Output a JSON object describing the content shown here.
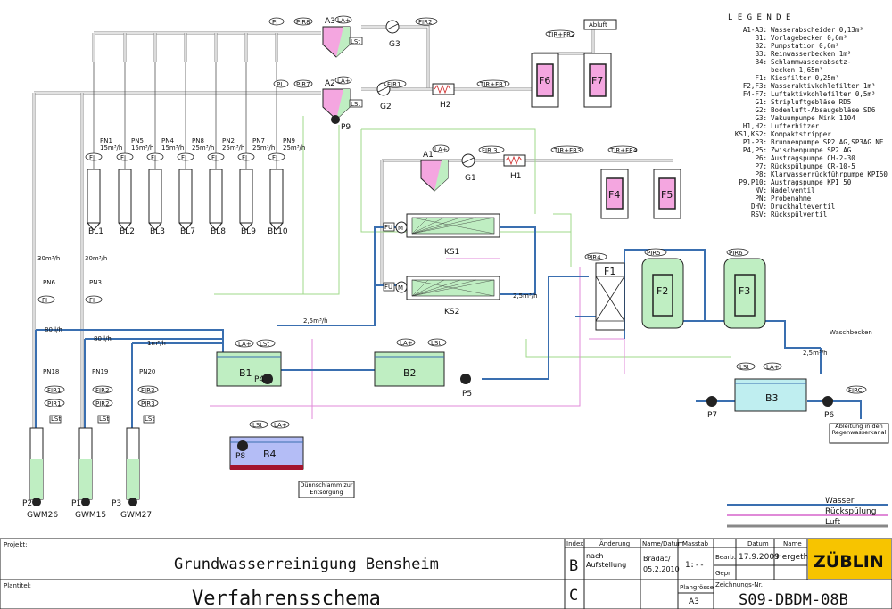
{
  "legend": {
    "title": "L E G E N D E",
    "entries": [
      [
        "A1-A3:",
        "Wasserabscheider 0,13m³"
      ],
      [
        "B1:",
        "Vorlagebecken 0,6m³"
      ],
      [
        "B2:",
        "Pumpstation 0,6m³"
      ],
      [
        "B3:",
        "Reinwasserbecken 1m³"
      ],
      [
        "B4:",
        "Schlammwasserabsetz-"
      ],
      [
        "",
        "becken 1,65m³"
      ],
      [
        "F1:",
        "Kiesfilter 0,25m³"
      ],
      [
        "F2,F3:",
        "Wasseraktivkohlefilter 1m³"
      ],
      [
        "F4-F7:",
        "Luftaktivkohlefilter 0,5m³"
      ],
      [
        "G1:",
        "Stripluftgebläse RD5"
      ],
      [
        "G2:",
        "Bodenluft-Absaugebläse SD6"
      ],
      [
        "G3:",
        "Vakuumpumpe Mink 1104"
      ],
      [
        "H1,H2:",
        "Lufterhitzer"
      ],
      [
        "KS1,KS2:",
        "Kompaktstripper"
      ],
      [
        "P1-P3:",
        "Brunnenpumpe SP2 AG,SP3AG NE"
      ],
      [
        "P4,P5:",
        "Zwischenpumpe SP2 AG"
      ],
      [
        "P6:",
        "Austragspumpe CH-2-30"
      ],
      [
        "P7:",
        "Rückspülpumpe CR-10-5"
      ],
      [
        "P8:",
        "Klarwasserrückführpumpe KPI50"
      ],
      [
        "P9,P10:",
        "Austragspumpe KPI 50"
      ],
      [
        "NV:",
        "Nadelventil"
      ],
      [
        "PN:",
        "Probenahme"
      ],
      [
        "DHV:",
        "Druckhalteventil"
      ],
      [
        "RSV:",
        "Rückspülventil"
      ]
    ],
    "lines": [
      {
        "label": "Wasser",
        "color": "#3a6fb0"
      },
      {
        "label": "Rückspülung",
        "color": "#e08ad8"
      },
      {
        "label": "Luft",
        "color": "#888888"
      }
    ]
  },
  "equipment": {
    "separators": [
      "A1",
      "A2",
      "A3"
    ],
    "blowers": [
      "G1",
      "G2",
      "G3"
    ],
    "heaters": [
      "H1",
      "H2"
    ],
    "air_filters": [
      "F4",
      "F5",
      "F6",
      "F7"
    ],
    "water_filters": [
      "F1",
      "F2",
      "F3"
    ],
    "strippers": [
      "KS1",
      "KS2"
    ],
    "basins": [
      "B1",
      "B2",
      "B3",
      "B4"
    ],
    "pumps": [
      "P1",
      "P2",
      "P3",
      "P4",
      "P5",
      "P6",
      "P7",
      "P8",
      "P9"
    ],
    "wells": [
      "BL1",
      "BL2",
      "BL3",
      "BL7",
      "BL8",
      "BL9",
      "BL10"
    ],
    "gw_wells": [
      "GWM26",
      "GWM15",
      "GWM27"
    ]
  },
  "well_samples": [
    {
      "pn": "PN1",
      "rate": "15m³/h"
    },
    {
      "pn": "PN5",
      "rate": "15m³/h"
    },
    {
      "pn": "PN4",
      "rate": "15m³/h"
    },
    {
      "pn": "PN8",
      "rate": "25m³/h"
    },
    {
      "pn": "PN2",
      "rate": "25m³/h"
    },
    {
      "pn": "PN7",
      "rate": "25m³/h"
    },
    {
      "pn": "PN9",
      "rate": "25m³/h"
    }
  ],
  "gw_columns": [
    {
      "pn": "PN18",
      "fir": "FIR1",
      "pir": "PIR1",
      "pump": "P2",
      "well": "GWM26"
    },
    {
      "pn": "PN19",
      "fir": "FIR2",
      "pir": "PIR2",
      "pump": "P1",
      "well": "GWM15"
    },
    {
      "pn": "PN20",
      "fir": "FIR3",
      "pir": "PIR3",
      "pump": "P3",
      "well": "GWM27"
    }
  ],
  "labels": {
    "abluft": "Abluft",
    "flow_30a": "30m³/h",
    "flow_30b": "30m³/h",
    "flow_80a": "80 l/h",
    "flow_80b": "80 l/h",
    "flow_1": "1m³/h",
    "flow_25a": "2,5m³/h",
    "flow_25b": "2,5m³/h",
    "flow_25c": "2,5m³/h",
    "waschbecken": "Waschbecken",
    "duennschlamm": "Dünnschlamm zur Entsorgung",
    "ableitung": "Ableitung in den Regenwasserkanal"
  },
  "title_block": {
    "projekt_label": "Projekt:",
    "projekt": "Grundwasserreinigung Bensheim",
    "plantitel_label": "Plantitel:",
    "plantitel": "Verfahrensschema",
    "col_index": "Index",
    "col_aenderung": "Änderung",
    "col_name_datum": "Name/Datum",
    "col_masstab": "Masstab",
    "row_b_index": "B",
    "row_b_change": "nach Aufstellung",
    "row_b_name": "Bradac/",
    "row_b_date": "05.2.2010",
    "row_c_index": "C",
    "masstab_value": "1:--",
    "plangroesse_label": "Plangrösse",
    "plangroesse": "A3",
    "col_datum": "Datum",
    "col_name": "Name",
    "bearb_label": "Bearb.",
    "bearb_datum": "17.9.2009",
    "bearb_name": "Hergeth",
    "gepr_label": "Gepr.",
    "zeichnungs_label": "Zeichnungs-Nr.",
    "zeichnungs_nr": "S09-DBDM-08B",
    "company": "ZÜBLIN"
  }
}
